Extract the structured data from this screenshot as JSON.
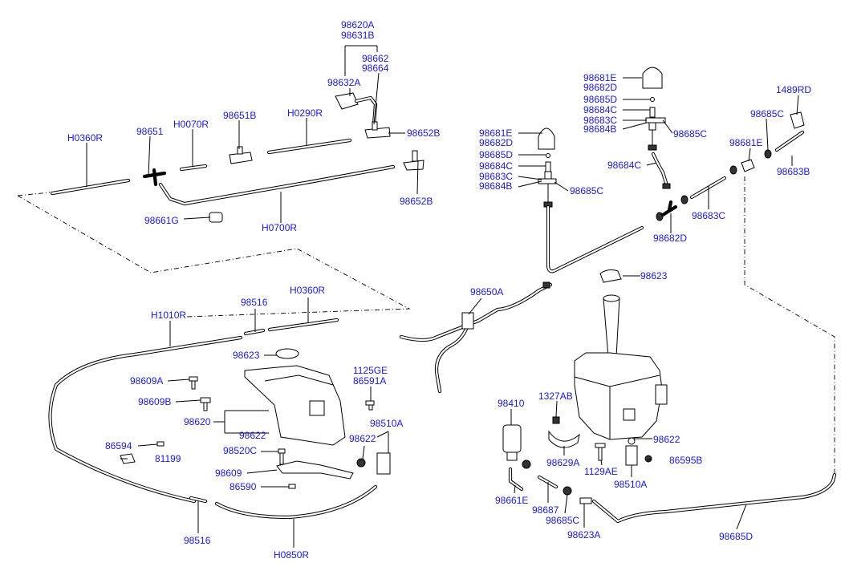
{
  "diagram": {
    "labels": {
      "l98620A": "98620A",
      "l98631B": "98631B",
      "l98662": "98662",
      "l98664": "98664",
      "l98632A": "98632A",
      "l98652B_top": "98652B",
      "lH0360R_top": "H0360R",
      "l98651": "98651",
      "lH0070R": "H0070R",
      "l98651B": "98651B",
      "lH0290R": "H0290R",
      "l98652B_low": "98652B",
      "l98661G": "98661G",
      "lH0700R": "H0700R",
      "l98681E_l": "98681E",
      "l98682D_l": "98682D",
      "l98685D_l": "98685D",
      "l98684C_l": "98684C",
      "l98683C_l": "98683C",
      "l98684B_l": "98684B",
      "l98685C_l": "98685C",
      "l98681E_r": "98681E",
      "l98682D_r": "98682D",
      "l98685D_r": "98685D",
      "l98684C_r": "98684C",
      "l98683C_r": "98683C",
      "l98684B_r": "98684B",
      "l98685C_r": "98685C",
      "l98684C_hose": "98684C",
      "l1489RD": "1489RD",
      "l98685C_rr": "98685C",
      "l98681E_rr": "98681E",
      "l98683B": "98683B",
      "l98683C_rr": "98683C",
      "l98682D_rr": "98682D",
      "l98623_top": "98623",
      "l98650A": "98650A",
      "lH1010R": "H1010R",
      "l98516_top": "98516",
      "lH0360R_mid": "H0360R",
      "l98623_mid": "98623",
      "l98609A": "98609A",
      "l1125GE": "1125GE",
      "l86591A": "86591A",
      "l98609B": "98609B",
      "l98620": "98620",
      "l98622_left": "98622",
      "l98510A_left": "98510A",
      "l98622_mid": "98622",
      "l86594": "86594",
      "l81199": "81199",
      "l98520C": "98520C",
      "l98609": "98609",
      "l86590": "86590",
      "l98516_low": "98516",
      "lH0850R": "H0850R",
      "l98410": "98410",
      "l1327AB": "1327AB",
      "l98629A": "98629A",
      "l1129AE": "1129AE",
      "l98622_right": "98622",
      "l86595B": "86595B",
      "l98510A_right": "98510A",
      "l98661E": "98661E",
      "l98687": "98687",
      "l98685C_low": "98685C",
      "l98623A": "98623A",
      "l98685D_low": "98685D"
    }
  }
}
